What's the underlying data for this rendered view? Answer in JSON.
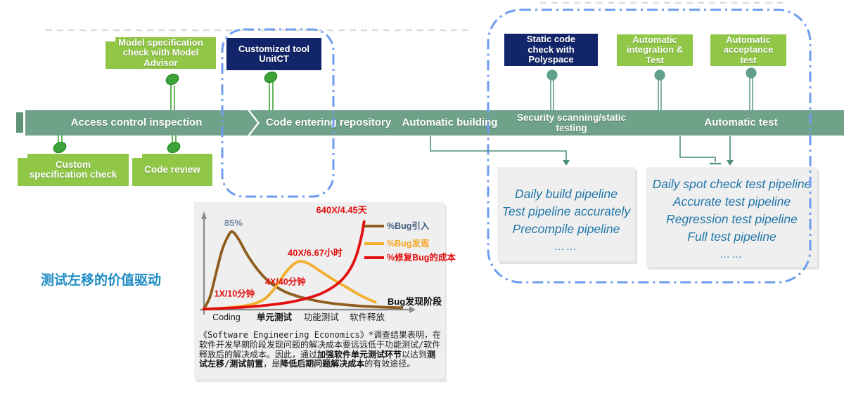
{
  "colors": {
    "bar": "#6FA289",
    "bar_dark": "#5E9377",
    "bar_text": "#FFFFFF",
    "green": "#90C747",
    "navy": "#12256A",
    "pin_bright": "#3DA238",
    "pin_bright_edge": "#2E8F2E",
    "pin_muted": "#61A08A",
    "dash_blue": "#6D9CF0",
    "panel": "#EFEFEF",
    "pipe_text": "#2277A8",
    "title": "#1E8BC3",
    "connector": "#4E8F77",
    "faint_dash": "#DCDCDC"
  },
  "pipeline": {
    "stages": [
      {
        "label": "Access control inspection"
      },
      {
        "label": "Code entering repository"
      },
      {
        "label": "Automatic building"
      },
      {
        "label": "Security scanning/static testing"
      },
      {
        "label": "Automatic test"
      }
    ]
  },
  "callouts": {
    "model_spec": {
      "lines": [
        "Model specification",
        "check with Model",
        "Advisor"
      ]
    },
    "unitct": {
      "lines": [
        "Customized tool",
        "UnitCT"
      ]
    },
    "custom_spec": {
      "lines": [
        "Custom",
        "specification check"
      ]
    },
    "code_review": {
      "lines": [
        "Code review"
      ]
    },
    "static_code": {
      "lines": [
        "Static code",
        "check with",
        "Polyspace"
      ]
    },
    "auto_integration": {
      "lines": [
        "Automatic",
        "integration &",
        "Test"
      ]
    },
    "auto_acceptance": {
      "lines": [
        "Automatic",
        "acceptance",
        "test"
      ]
    }
  },
  "panels": {
    "build": {
      "lines": [
        "Daily build pipeline",
        "Test pipeline accurately",
        "Precompile pipeline"
      ],
      "dots": "……"
    },
    "test": {
      "lines": [
        "Daily spot check test pipeline",
        "Accurate test pipeline",
        "Regression test pipeline",
        "Full test pipeline"
      ],
      "dots": "……"
    }
  },
  "left_title": "测试左移的价值驱动",
  "chart_data": {
    "type": "line",
    "title": "",
    "xlabel": "Bug发现阶段",
    "ylabel": "",
    "grid": false,
    "legend_position": "right",
    "x_axis_note": "stages of bug discovery, unitless 0-100",
    "ylim": [
      0,
      100
    ],
    "categories": [
      {
        "label": "Coding",
        "x": 11,
        "bold": false
      },
      {
        "label": "单元测试",
        "x": 34.5,
        "bold": true
      },
      {
        "label": "功能测试",
        "x": 57.5,
        "bold": false
      },
      {
        "label": "软件释放",
        "x": 80,
        "bold": false
      }
    ],
    "series": [
      {
        "name": "%Bug引入",
        "color": "#8F5E1E",
        "text_color": "#44607D",
        "points": [
          [
            0,
            1
          ],
          [
            3,
            14
          ],
          [
            6,
            40
          ],
          [
            9,
            65
          ],
          [
            12,
            80
          ],
          [
            14,
            84
          ],
          [
            17,
            76
          ],
          [
            21,
            60
          ],
          [
            26,
            44
          ],
          [
            32,
            30
          ],
          [
            40,
            19
          ],
          [
            50,
            12
          ],
          [
            62,
            7
          ],
          [
            76,
            4
          ],
          [
            90,
            2.5
          ],
          [
            97,
            2
          ]
        ]
      },
      {
        "name": "%Bug发现",
        "color": "#F2AE2C",
        "text_color": "#F5A623",
        "points": [
          [
            0,
            0.5
          ],
          [
            8,
            1.5
          ],
          [
            16,
            3
          ],
          [
            24,
            6
          ],
          [
            30,
            12
          ],
          [
            35,
            24
          ],
          [
            40,
            40
          ],
          [
            44,
            49
          ],
          [
            47,
            52
          ],
          [
            51,
            50
          ],
          [
            56,
            43
          ],
          [
            63,
            33
          ],
          [
            70,
            24
          ],
          [
            77,
            15
          ],
          [
            84,
            8
          ]
        ]
      },
      {
        "name": "%修复Bug的成本",
        "color": "#E30F0F",
        "text_color": "#E30F0F",
        "points": [
          [
            0,
            0.5
          ],
          [
            10,
            1.5
          ],
          [
            22,
            3
          ],
          [
            32,
            5
          ],
          [
            42,
            8
          ],
          [
            50,
            12
          ],
          [
            57,
            17
          ],
          [
            63,
            24
          ],
          [
            68,
            33
          ],
          [
            72,
            45
          ],
          [
            74.5,
            57
          ],
          [
            76,
            68
          ],
          [
            77.5,
            82
          ],
          [
            78.5,
            95
          ]
        ]
      }
    ],
    "annotations": [
      {
        "text": "85%",
        "x": 10,
        "y": 90,
        "color": "#7188A3",
        "size": 13
      },
      {
        "text": "1X/10分钟",
        "x": 5,
        "y": 14,
        "color": "#E30F0F",
        "size": 12.5
      },
      {
        "text": "4X/40分钟",
        "x": 30,
        "y": 27,
        "color": "#E30F0F",
        "size": 12.5
      },
      {
        "text": "40X/6.67小时",
        "x": 41,
        "y": 58,
        "color": "#E30F0F",
        "size": 13
      },
      {
        "text": "640X/4.45天",
        "x": 55,
        "y": 104,
        "color": "#E30F0F",
        "size": 13
      }
    ]
  },
  "caption": {
    "segments": [
      {
        "t": "《Software Engineering Economics》*调查结果表明，在软件开发早期阶段发现问题的解决成本要远远低于功能测试/软件释放后的解决成本。因此，通过",
        "b": false
      },
      {
        "t": "加强软件单元测试环节",
        "b": true
      },
      {
        "t": "以达到",
        "b": false
      },
      {
        "t": "测试左移/测试前置",
        "b": true
      },
      {
        "t": "，是",
        "b": false
      },
      {
        "t": "降低后期问题解决成本",
        "b": true
      },
      {
        "t": "的有效途径。",
        "b": false
      }
    ]
  }
}
